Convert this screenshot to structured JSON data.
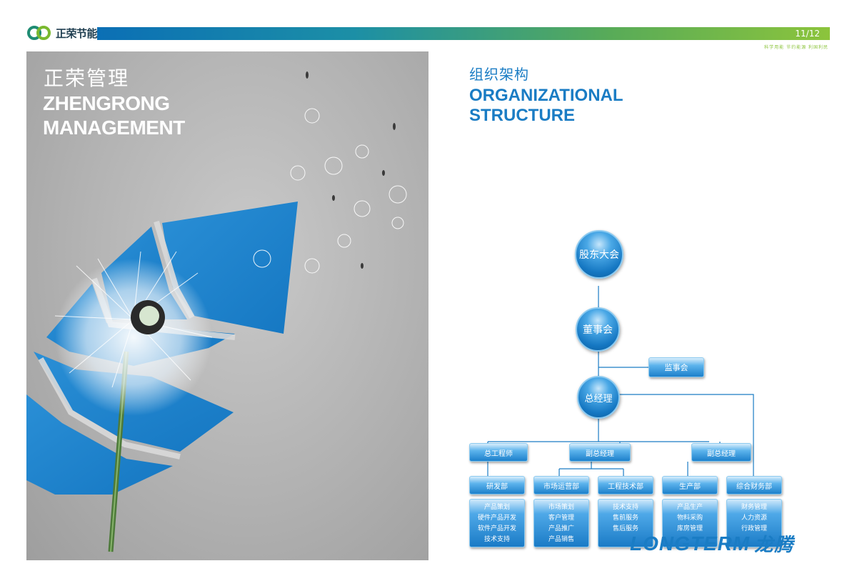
{
  "header": {
    "logo_text": "正荣节能",
    "page_number": "11/12",
    "slogan": "科学用能 节约能源 利国利民"
  },
  "left_panel": {
    "title_cn": "正荣管理",
    "title_en": "ZHENGRONG MANAGEMENT"
  },
  "right_panel": {
    "title_cn": "组织架构",
    "title_en": "ORGANIZATIONAL STRUCTURE"
  },
  "org_chart": {
    "shareholders": "股东大会",
    "board": "董事会",
    "supervisors": "监事会",
    "general_manager": "总经理",
    "level2": [
      "总工程师",
      "副总经理",
      "副总经理"
    ],
    "departments": [
      "研发部",
      "市场运营部",
      "工程技术部",
      "生产部",
      "综合财务部"
    ],
    "duties": [
      [
        "产品策划",
        "硬件产品开发",
        "软件产品开发",
        "技术支持"
      ],
      [
        "市场策划",
        "客户管理",
        "产品推广",
        "产品销售"
      ],
      [
        "技术支持",
        "售前服务",
        "售后服务"
      ],
      [
        "产品生产",
        "物料采购",
        "库房管理"
      ],
      [
        "财务管理",
        "人力资源",
        "行政管理"
      ]
    ]
  },
  "watermark": {
    "brand_en": "LONGTERM",
    "brand_cn": "龙腾"
  },
  "colors": {
    "primary_blue": "#1a7cc4",
    "leaf_blue": "#1d82cc",
    "green": "#8cc43c"
  }
}
